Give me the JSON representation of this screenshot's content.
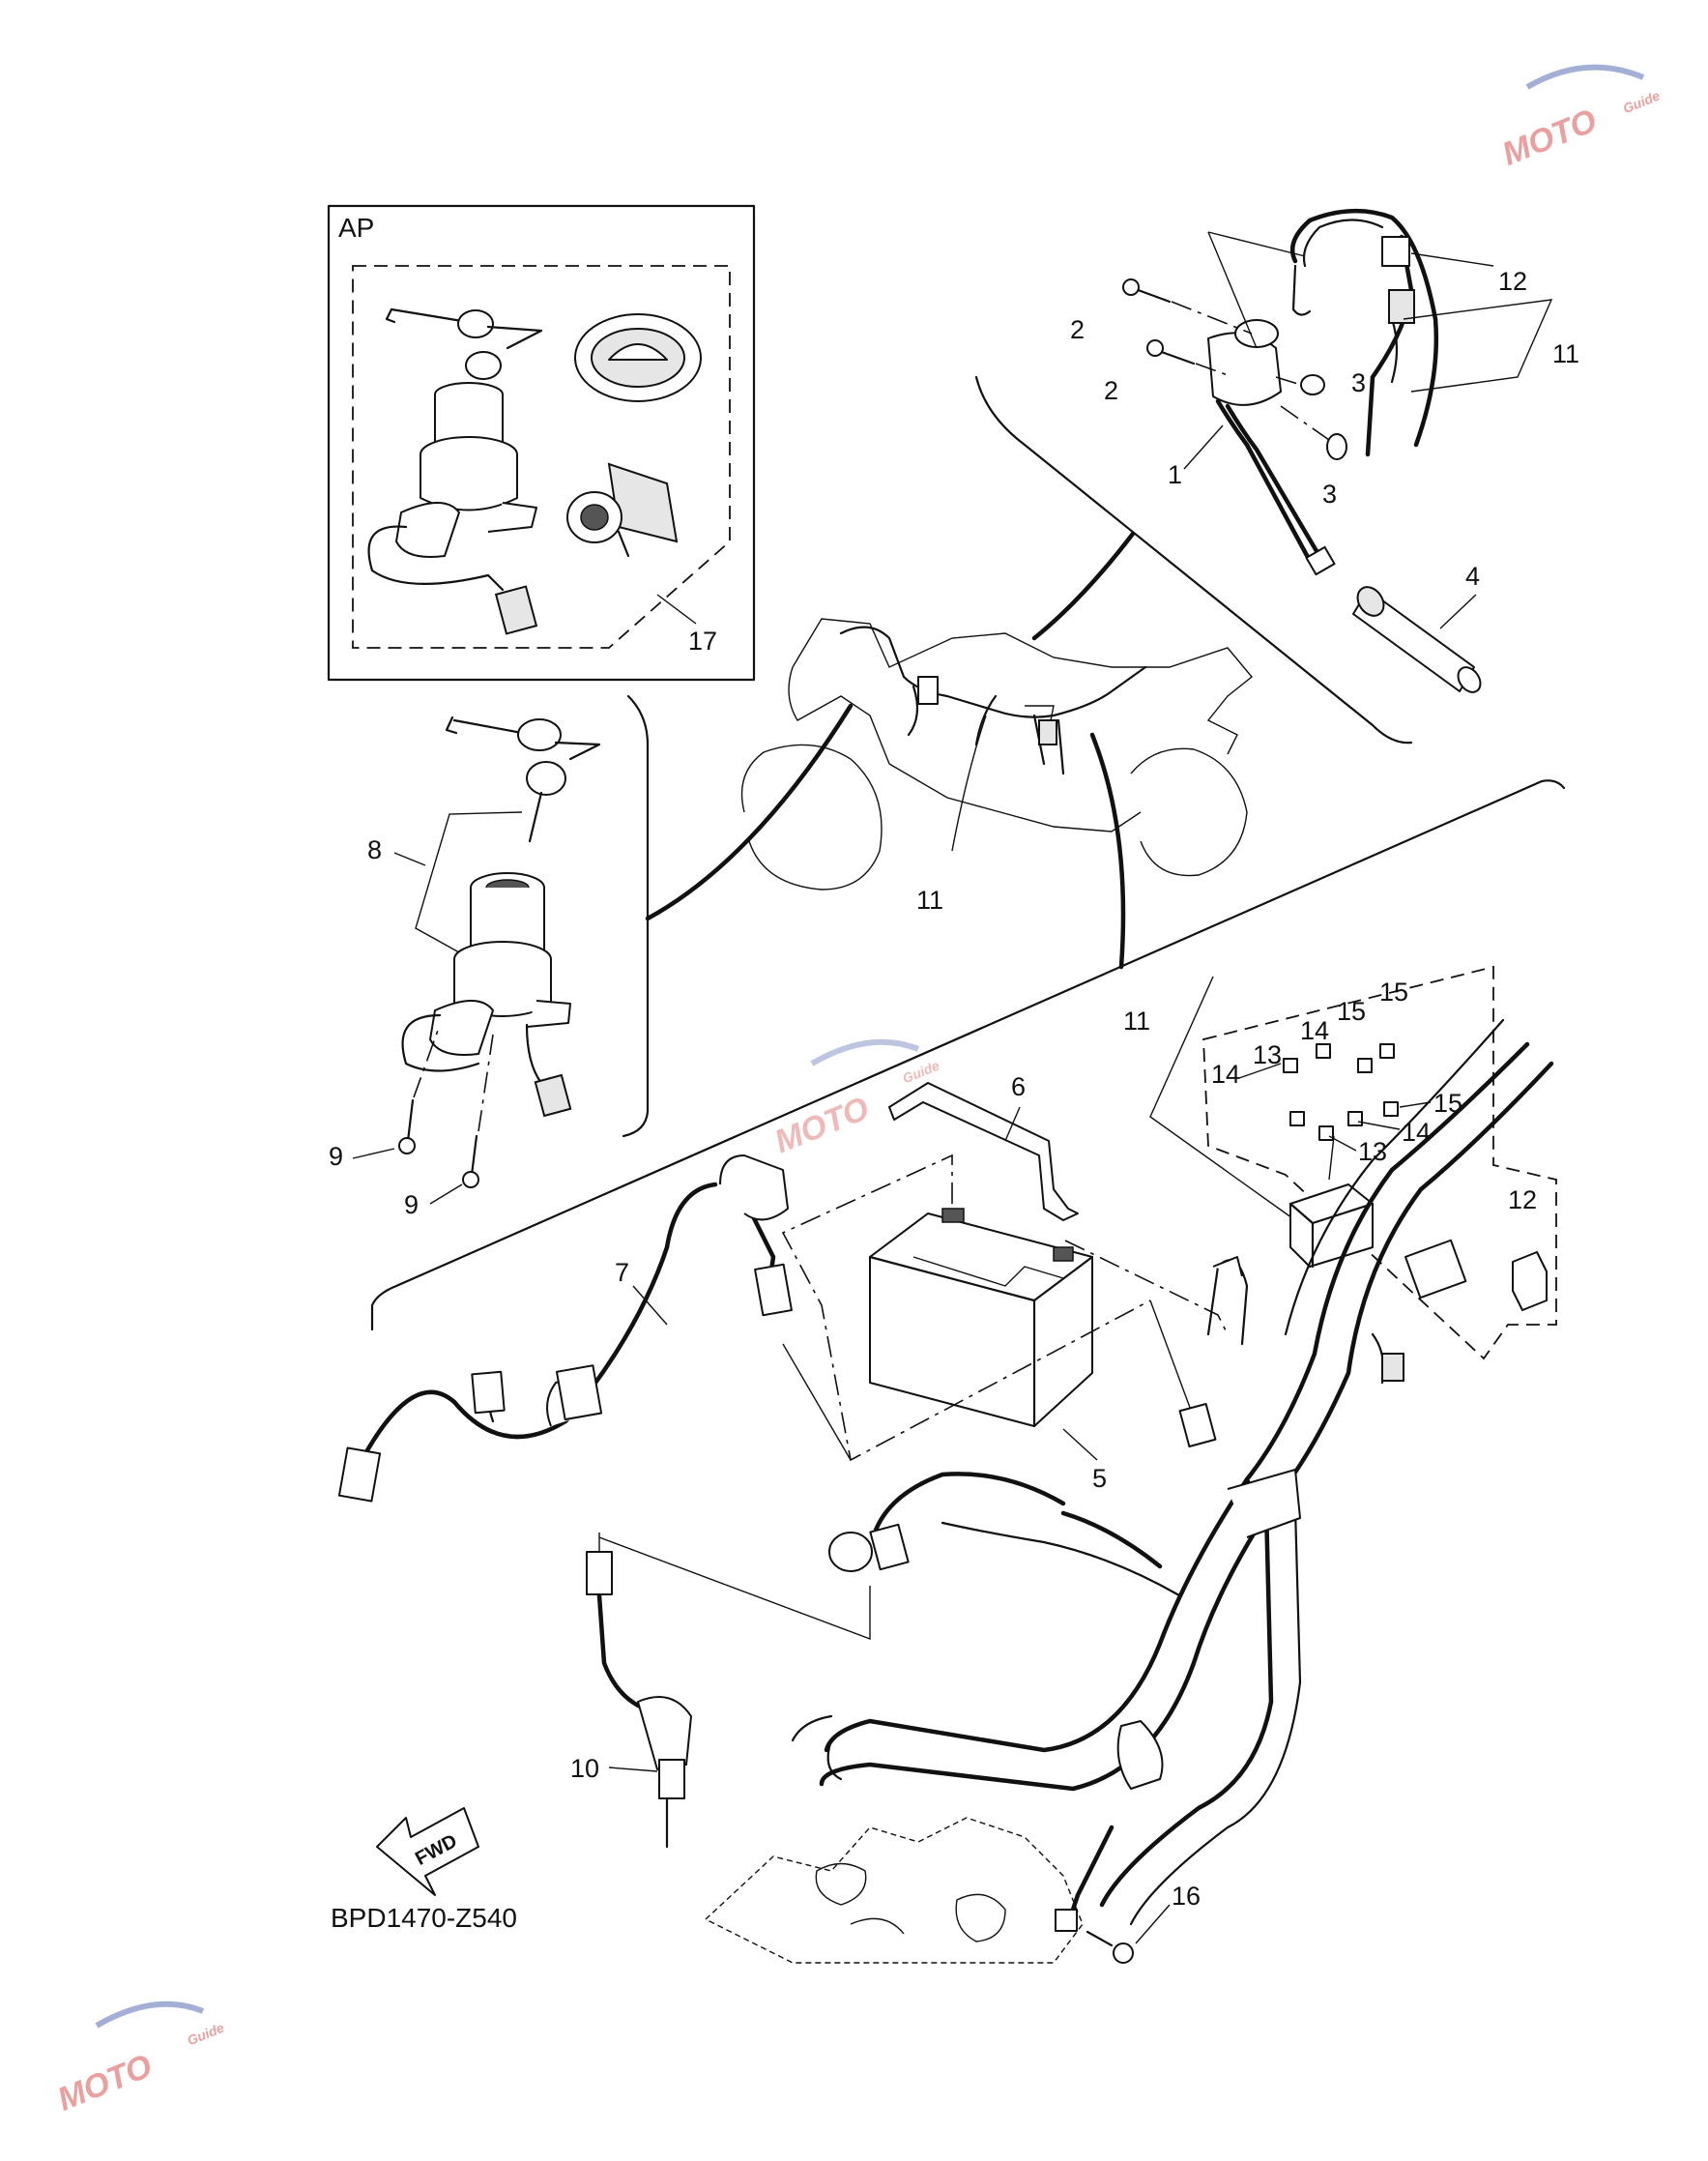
{
  "diagram": {
    "inset_label": "AP",
    "reference_code": "BPD1470-Z540",
    "direction_arrow_label": "FWD",
    "callouts": {
      "c1": "1",
      "c2a": "2",
      "c2b": "2",
      "c3a": "3",
      "c3b": "3",
      "c4": "4",
      "c5": "5",
      "c6": "6",
      "c7": "7",
      "c8": "8",
      "c9a": "9",
      "c9b": "9",
      "c10": "10",
      "c11a": "11",
      "c11b": "11",
      "c11c": "11",
      "c12a": "12",
      "c12b": "12",
      "c13a": "13",
      "c13b": "13",
      "c14a": "14",
      "c14b": "14",
      "c14c": "14",
      "c15a": "15",
      "c15b": "15",
      "c15c": "15",
      "c16": "16",
      "c17": "17"
    }
  },
  "watermark": {
    "text": "MOTO",
    "subtext": "Guide",
    "colors": {
      "primary": "#d9534f",
      "secondary": "#5b6fb5"
    }
  }
}
